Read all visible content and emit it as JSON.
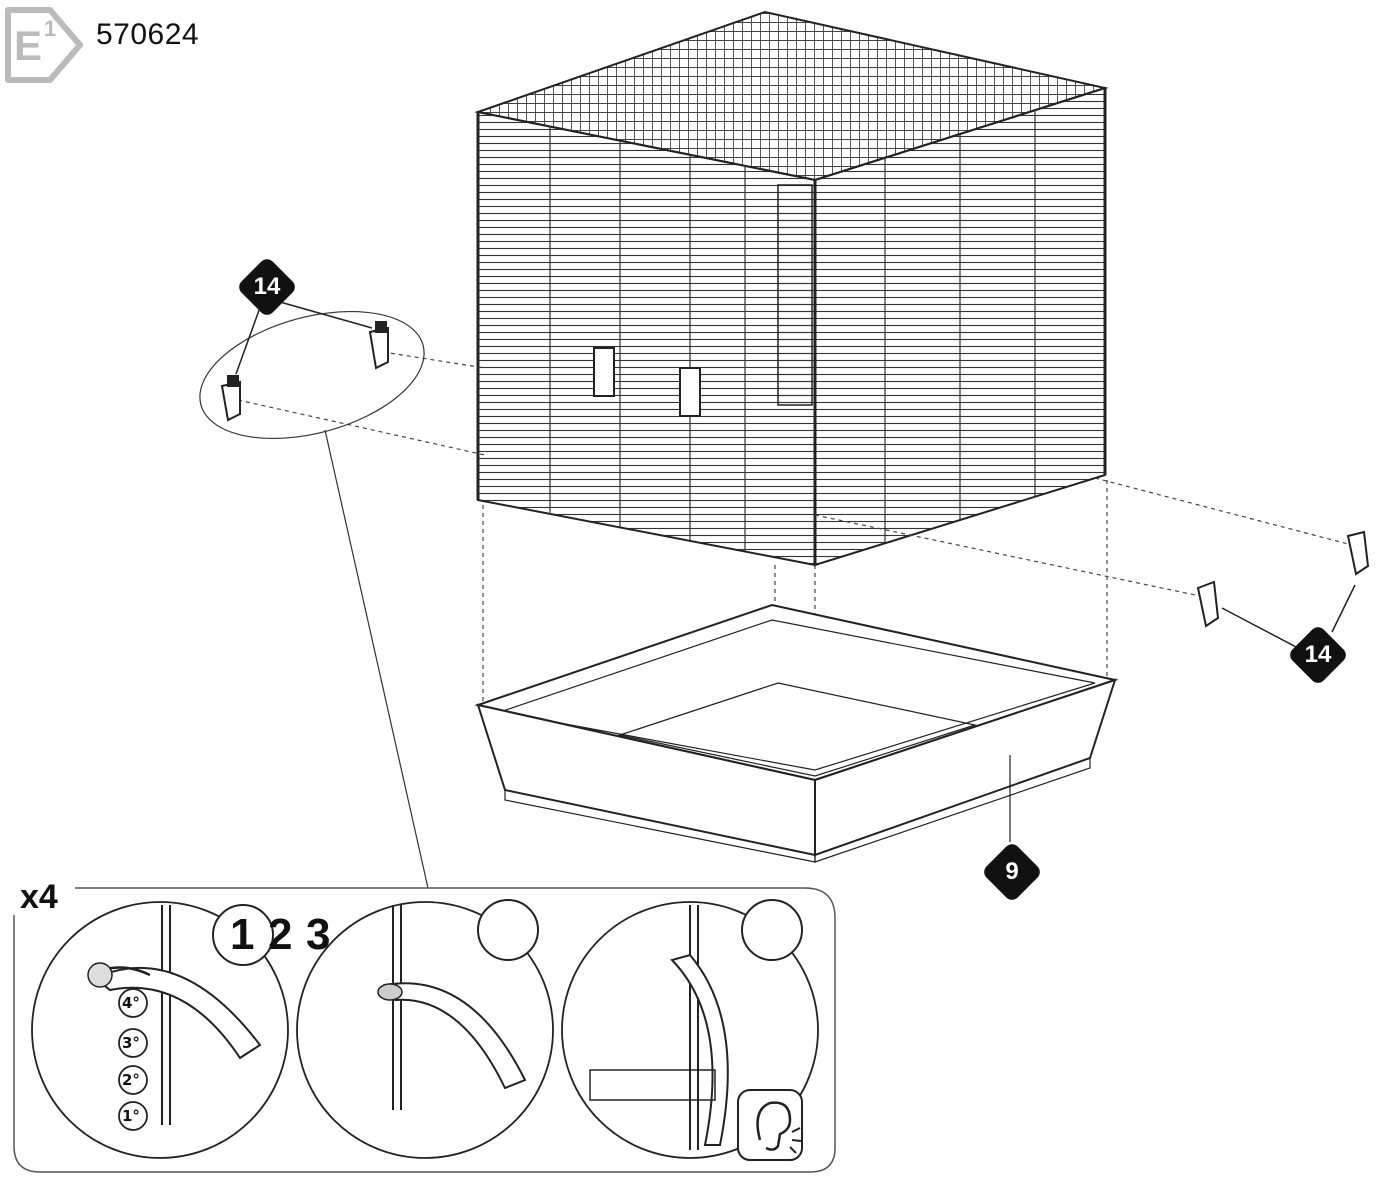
{
  "header": {
    "badge_text": "E",
    "badge_superscript": "1",
    "product_code": "570624"
  },
  "callouts": {
    "side_clip_left": "14",
    "side_clip_right": "14",
    "base_tray": "9"
  },
  "detail_panel": {
    "multiplier": "x4",
    "steps": [
      "1",
      "2",
      "3"
    ],
    "positions": [
      "4°",
      "3°",
      "2°",
      "1°"
    ],
    "sound_icon": "ear-click-icon"
  }
}
